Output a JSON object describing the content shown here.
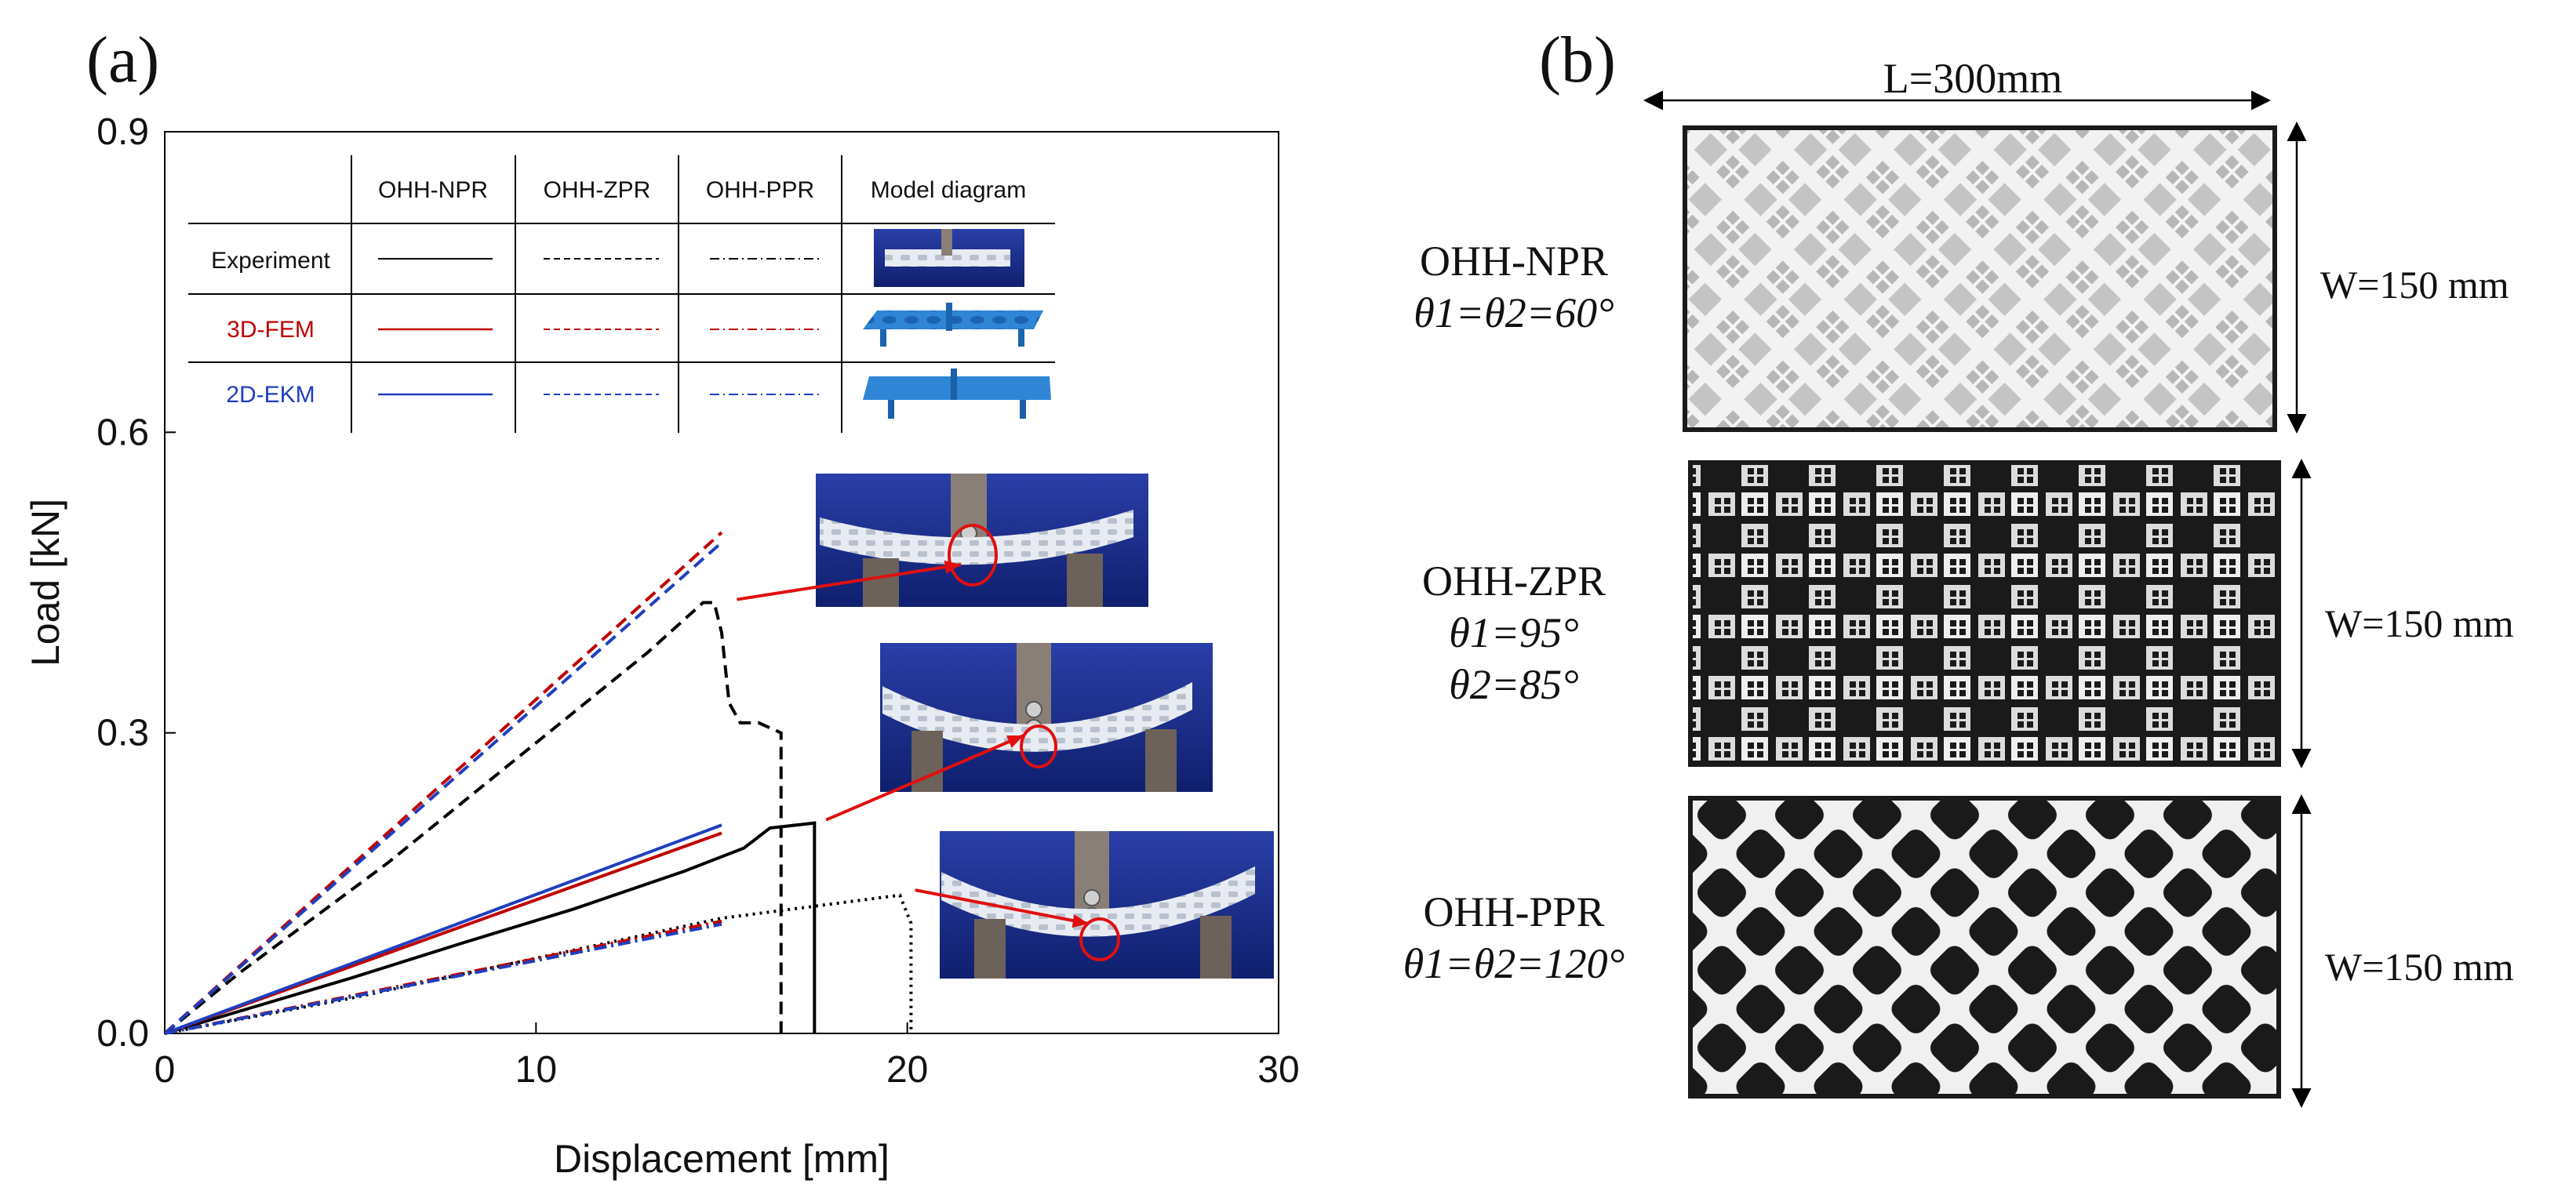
{
  "panel_a": {
    "tag": "(a)",
    "legend_table": {
      "columns": [
        "OHH-NPR",
        "OHH-ZPR",
        "OHH-PPR",
        "Model diagram"
      ],
      "rows": [
        {
          "label": "Experiment",
          "color": "#000000"
        },
        {
          "label": "3D-FEM",
          "color": "#c00000"
        },
        {
          "label": "2D-EKM",
          "color": "#1f3fbf"
        }
      ]
    }
  },
  "chart_data": {
    "type": "line",
    "xlabel": "Displacement [mm]",
    "ylabel": "Load [kN]",
    "xlim": [
      0,
      30
    ],
    "ylim": [
      0,
      0.9
    ],
    "xticks": [
      "0",
      "10",
      "20",
      "30"
    ],
    "yticks": [
      "0.0",
      "0.3",
      "0.6",
      "0.9"
    ],
    "grid": false,
    "legend_position": "top (table inside plot)",
    "series": [
      {
        "material": "OHH-NPR",
        "method": "Experiment",
        "color": "#000000",
        "dash": "solid",
        "x": [
          0,
          2,
          5,
          8,
          11,
          14,
          15.6,
          16.3,
          17.5,
          17.5
        ],
        "y": [
          0,
          0.022,
          0.055,
          0.09,
          0.124,
          0.162,
          0.185,
          0.205,
          0.21,
          0
        ]
      },
      {
        "material": "OHH-NPR",
        "method": "3D-FEM",
        "color": "#c00000",
        "dash": "solid",
        "x": [
          0,
          15
        ],
        "y": [
          0,
          0.2
        ]
      },
      {
        "material": "OHH-NPR",
        "method": "2D-EKM",
        "color": "#1f3fbf",
        "dash": "solid",
        "x": [
          0,
          15
        ],
        "y": [
          0,
          0.208
        ]
      },
      {
        "material": "OHH-ZPR",
        "method": "Experiment",
        "color": "#000000",
        "dash": "dashed",
        "x": [
          0,
          2,
          6,
          10,
          13,
          14.5,
          14.8,
          15.0,
          15.2,
          15.5,
          16.0,
          16.6,
          16.6
        ],
        "y": [
          0,
          0.06,
          0.17,
          0.29,
          0.38,
          0.43,
          0.43,
          0.4,
          0.33,
          0.31,
          0.31,
          0.3,
          0
        ]
      },
      {
        "material": "OHH-ZPR",
        "method": "3D-FEM",
        "color": "#c00000",
        "dash": "dashed",
        "x": [
          0,
          15
        ],
        "y": [
          0,
          0.5
        ]
      },
      {
        "material": "OHH-ZPR",
        "method": "2D-EKM",
        "color": "#1f3fbf",
        "dash": "dashed",
        "x": [
          0,
          15
        ],
        "y": [
          0,
          0.49
        ]
      },
      {
        "material": "OHH-PPR",
        "method": "Experiment",
        "color": "#000000",
        "dash": "dotted",
        "x": [
          0,
          5,
          10,
          15,
          19.8,
          20.1,
          20.1
        ],
        "y": [
          0,
          0.035,
          0.075,
          0.115,
          0.138,
          0.11,
          0
        ]
      },
      {
        "material": "OHH-PPR",
        "method": "3D-FEM",
        "color": "#c00000",
        "dash": "dashdot",
        "x": [
          0,
          15
        ],
        "y": [
          0,
          0.112
        ]
      },
      {
        "material": "OHH-PPR",
        "method": "2D-EKM",
        "color": "#1f3fbf",
        "dash": "dashdot",
        "x": [
          0,
          15
        ],
        "y": [
          0,
          0.109
        ]
      }
    ],
    "annotations": [
      {
        "photo": "OHH-ZPR specimen under three-point bending",
        "points_to": [
          15.2,
          0.43
        ]
      },
      {
        "photo": "OHH-NPR specimen under three-point bending",
        "points_to": [
          17.6,
          0.21
        ]
      },
      {
        "photo": "OHH-PPR specimen under three-point bending",
        "points_to": [
          20,
          0.14
        ]
      }
    ]
  },
  "panel_b": {
    "tag": "(b)",
    "length_label": "L=300mm",
    "samples": [
      {
        "name": "OHH-NPR",
        "angle_lines": [
          "θ1=θ2=60°"
        ],
        "width_label": "W=150 mm"
      },
      {
        "name": "OHH-ZPR",
        "angle_lines": [
          "θ1=95°",
          "θ2=85°"
        ],
        "width_label": "W=150 mm"
      },
      {
        "name": "OHH-PPR",
        "angle_lines": [
          "θ1=θ2=120°"
        ],
        "width_label": "W=150 mm"
      }
    ]
  }
}
